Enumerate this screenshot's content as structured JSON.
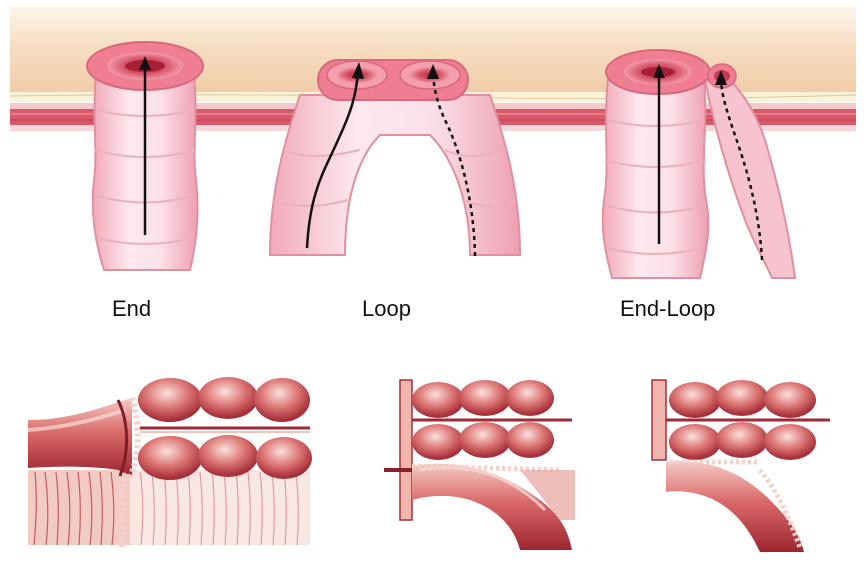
{
  "labels": {
    "end": "End",
    "loop": "Loop",
    "end_loop": "End-Loop"
  },
  "colors": {
    "skin": "#f6dcbf",
    "fat": "#fbf3dc",
    "muscle": "#d9596a",
    "bowel_light": "#fbe3ea",
    "bowel_mid": "#f2b3c2",
    "bowel_outline": "#e0909f",
    "stoma_rim": "#e97a8c",
    "stoma_lumen": "#c23248",
    "arrow": "#111111",
    "colon_dark": "#b8323c",
    "colon_mid": "#d86a6a",
    "colon_light": "#f3c2bb",
    "mesentery": "#e7a39e"
  },
  "icons": [
    "end-stoma-illustration",
    "loop-stoma-illustration",
    "end-loop-stoma-illustration",
    "end-colostomy-illustration",
    "loop-colostomy-illustration",
    "end-loop-colostomy-illustration"
  ]
}
